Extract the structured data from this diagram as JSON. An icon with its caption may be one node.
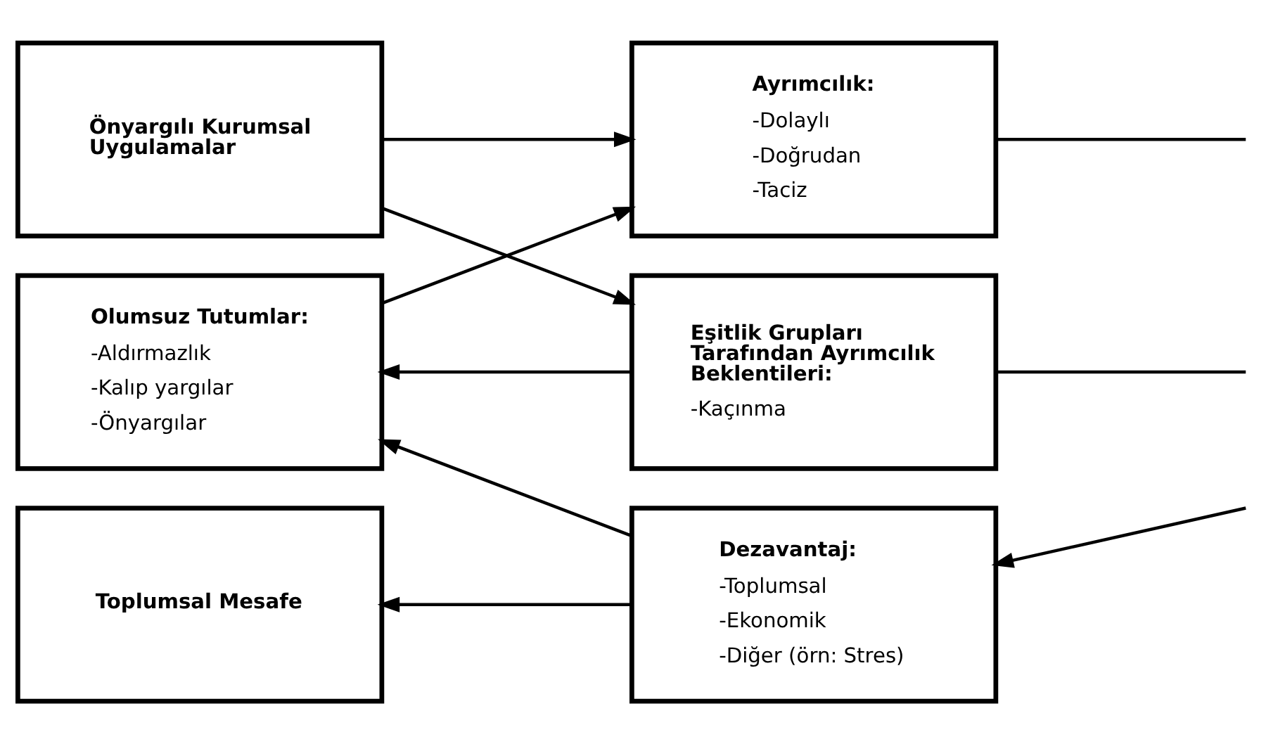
{
  "diagram": {
    "nodes": [
      {
        "text": [
          "Önyargılı Kurumsal Uygulamalar"
        ]
      },
      {
        "text": [
          "Olumsuz Tutumlar:",
          "-Aldırmazlık",
          "-Kalıp yargılar",
          "-Önyargılar"
        ]
      },
      {
        "text": [
          "Toplumsal Mesafe"
        ]
      },
      {
        "text": [
          "Ayrımcılık:",
          "-Dolaylı",
          "-Doğrudan",
          "-Taciz"
        ]
      },
      {
        "text": [
          "Eşitlik Grupları Tarafından Ayrımcılık Beklentileri:",
          "-Kaçınma"
        ]
      },
      {
        "text": [
          "Dezavantaj:",
          "-Toplumsal",
          "-Ekonomik",
          "-Diğer (örn: Stres)"
        ]
      }
    ],
    "edges": [
      {
        "from": 0,
        "to": 3,
        "arrow": "to"
      },
      {
        "from": 0,
        "to": 4,
        "arrow": "to"
      },
      {
        "from": 1,
        "to": 3,
        "arrow": "to"
      },
      {
        "from": 4,
        "to": 1,
        "arrow": "to"
      },
      {
        "from": 5,
        "to": 1,
        "arrow": "to"
      },
      {
        "from": 5,
        "to": 2,
        "arrow": "to"
      },
      {
        "from": 3,
        "to": null,
        "arrow": "none"
      },
      {
        "from": 4,
        "to": null,
        "arrow": "none"
      },
      {
        "from": null,
        "to": 5,
        "arrow": "to"
      }
    ]
  }
}
